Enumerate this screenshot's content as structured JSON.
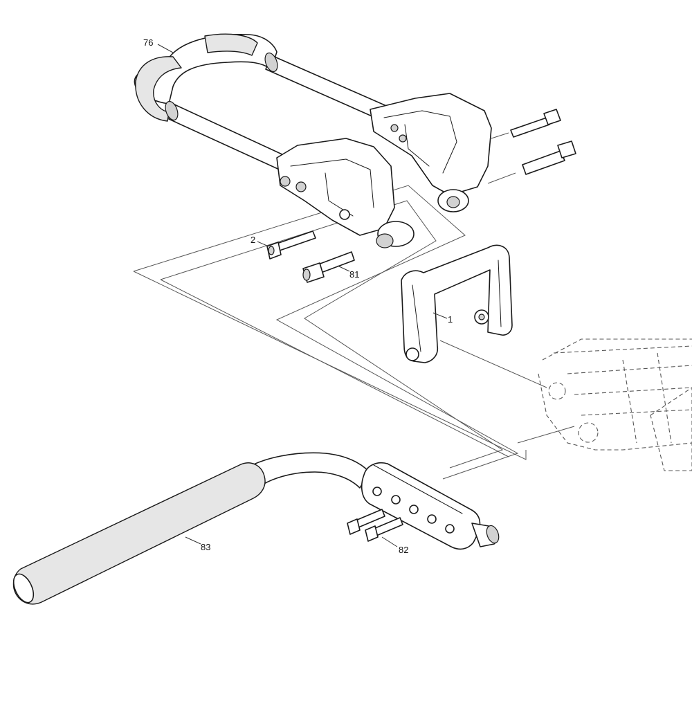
{
  "callouts": {
    "part_76": "76",
    "part_2": "2",
    "part_81": "81",
    "part_1": "1",
    "part_83": "83",
    "part_82": "82"
  }
}
